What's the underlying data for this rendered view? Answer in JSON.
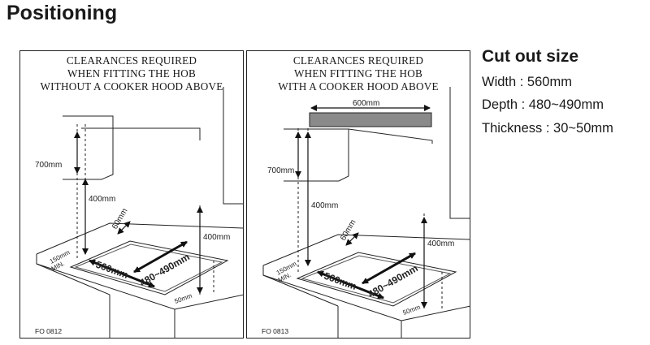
{
  "heading": "Positioning",
  "diagrams": [
    {
      "title_lines": [
        "CLEARANCES REQUIRED",
        "WHEN FITTING THE HOB",
        "WITHOUT A COOKER HOOD ABOVE"
      ],
      "dims": {
        "d700": "700mm",
        "d400_left": "400mm",
        "d400_right": "400mm",
        "d60": "60mm",
        "d560": "560mm",
        "d480": "480~490mm",
        "d150": "150mm",
        "min": "MIN.",
        "d50": "50mm"
      },
      "ref": "FO 0812"
    },
    {
      "title_lines": [
        "CLEARANCES REQUIRED",
        "WHEN FITTING THE HOB",
        "WITH A COOKER HOOD ABOVE"
      ],
      "dims": {
        "d600": "600mm",
        "d700": "700mm",
        "d400_left": "400mm",
        "d400_right": "400mm",
        "d60": "60mm",
        "d560": "560mm",
        "d480": "480~490mm",
        "d150": "150mm",
        "min": "MIN.",
        "d50": "50mm"
      },
      "ref": "FO 0813"
    }
  ],
  "cut_out": {
    "title": "Cut out size",
    "width": "Width : 560mm",
    "depth": "Depth : 480~490mm",
    "thickness": "Thickness : 30~50mm"
  }
}
